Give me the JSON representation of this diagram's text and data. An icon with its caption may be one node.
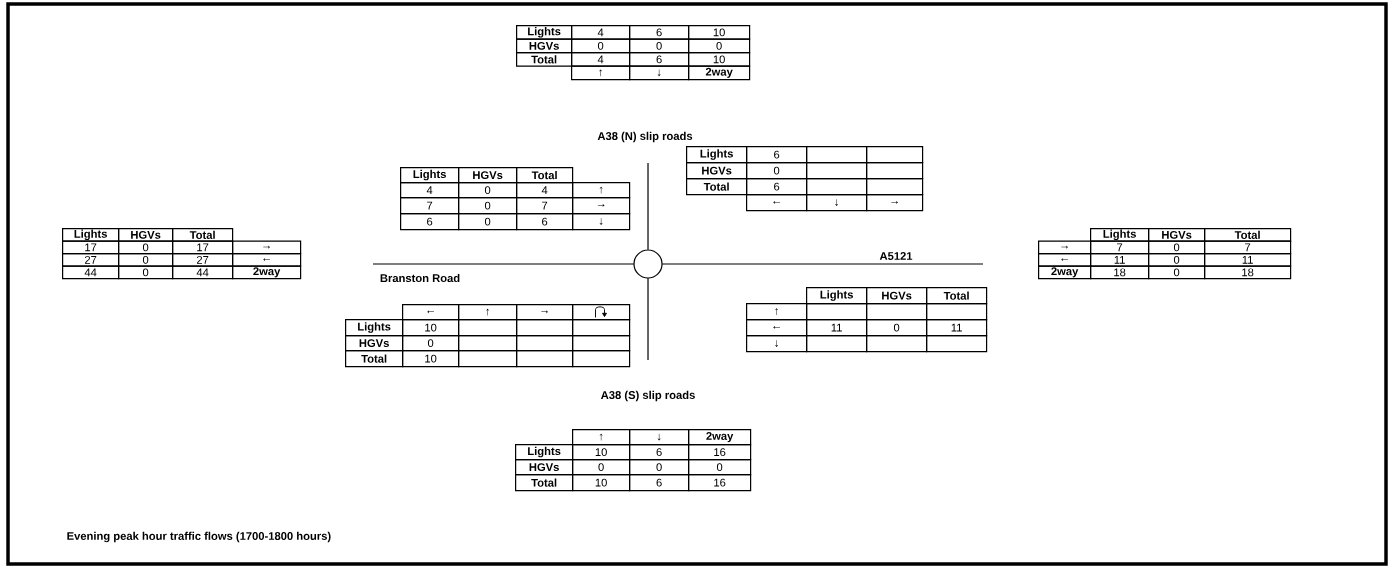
{
  "diagram": {
    "caption": "Evening peak hour traffic flows (1700-1800 hours)",
    "labels": [
      "Lights",
      "4",
      "6",
      "10",
      "HGVs",
      "0",
      "0",
      "0",
      "Total",
      "4",
      "6",
      "10",
      "↑",
      "↓",
      "2way",
      "A38 (N) slip roads",
      "Lights",
      "6",
      "HGVs",
      "0",
      "Total",
      "6",
      "←",
      "↓",
      "→",
      "Lights",
      "HGVs",
      "Total",
      "4",
      "0",
      "4",
      "↑",
      "7",
      "0",
      "7",
      "→",
      "6",
      "0",
      "6",
      "↓",
      "Lights",
      "HGVs",
      "Total",
      "17",
      "0",
      "17",
      "→",
      "27",
      "0",
      "27",
      "←",
      "44",
      "0",
      "44",
      "2way",
      "Lights",
      "HGVs",
      "Total",
      "→",
      "7",
      "0",
      "7",
      "←",
      "11",
      "0",
      "11",
      "2way",
      "18",
      "0",
      "18",
      "A5121",
      "Branston Road",
      "Lights",
      "HGVs",
      "Total",
      "↑",
      "←",
      "11",
      "0",
      "11",
      "↓",
      "←",
      "↑",
      "→",
      "Lights",
      "10",
      "HGVs",
      "0",
      "Total",
      "10",
      "A38 (S) slip roads",
      "↑",
      "↓",
      "2way",
      "Lights",
      "10",
      "6",
      "16",
      "HGVs",
      "0",
      "0",
      "0",
      "Total",
      "10",
      "6",
      "16"
    ]
  }
}
